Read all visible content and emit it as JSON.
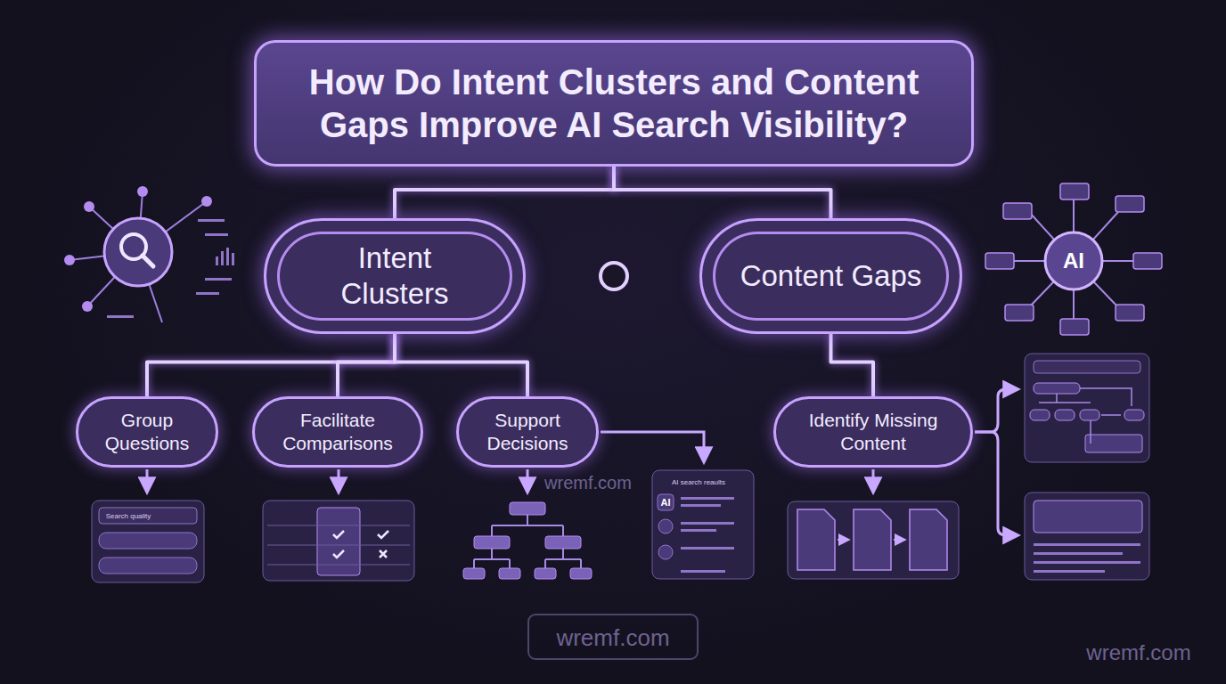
{
  "diagram": {
    "nodes": [
      {
        "text": [
          "How Do Intent Clusters and Content Gaps Improve AI Search Visibility?"
        ]
      },
      {
        "text": [
          "Intent Clusters"
        ]
      },
      {
        "text": [
          "Content Gaps"
        ]
      },
      {
        "text": [
          "Group Questions"
        ]
      },
      {
        "text": [
          "Facilitate Comparisons"
        ]
      },
      {
        "text": [
          "Support Decisions"
        ]
      },
      {
        "text": [
          "Identify Missing Content"
        ]
      }
    ],
    "edges": [
      {
        "from": 0,
        "to": 1,
        "arrow": "none"
      },
      {
        "from": 0,
        "to": 2,
        "arrow": "none"
      },
      {
        "from": 1,
        "to": 3,
        "arrow": "none"
      },
      {
        "from": 1,
        "to": 4,
        "arrow": "none"
      },
      {
        "from": 1,
        "to": 5,
        "arrow": "none"
      },
      {
        "from": 2,
        "to": 6,
        "arrow": "none"
      }
    ],
    "labels": [
      "AI",
      "wremf.com",
      "AI search reaults",
      "Search quality",
      "AI",
      "wremf.com",
      "wremf.com"
    ]
  }
}
